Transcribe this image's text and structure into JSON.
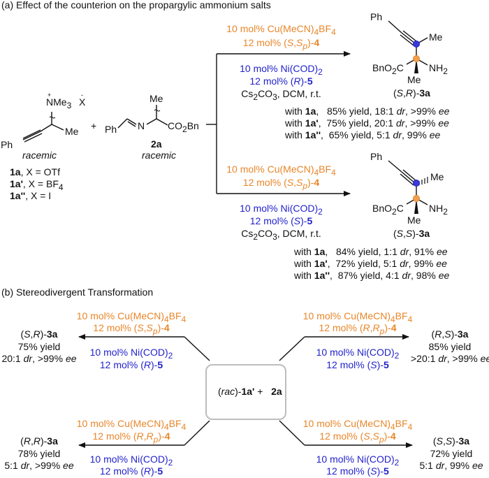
{
  "section_a": {
    "title": "(a) Effect of the counterion on the propargylic ammonium salts",
    "reactant1": {
      "nme3": "NMe",
      "nme3_sub": "3",
      "counterion": "X",
      "me": "Me",
      "ph": "Ph",
      "descriptor": "racemic",
      "variants": [
        {
          "id": "1a",
          "text": ", X = OTf"
        },
        {
          "id": "1a'",
          "text": ", X = BF",
          "sub": "4"
        },
        {
          "id": "1a''",
          "text": ", X = I"
        }
      ]
    },
    "plus": "+",
    "reactant2": {
      "me": "Me",
      "ph": "Ph",
      "n": "N",
      "co2bn_a": "CO",
      "co2bn_sub": "2",
      "co2bn_b": "Bn",
      "id": "2a",
      "descriptor": "racemic"
    },
    "top_conditions": {
      "cu_a": "10 mol% Cu(MeCN)",
      "cu_sub": "4",
      "cu_b": "BF",
      "cu_sub2": "4",
      "lig_a": "12 mol% (",
      "lig_s1": "S",
      "lig_comma": ",",
      "lig_s2": "S",
      "lig_p": "p",
      "lig_b": ")-",
      "lig_id": "4",
      "ni_a": "10 mol% Ni(COD)",
      "ni_sub": "2",
      "ni_lig_a": "12 mol% (",
      "ni_lig_cfg": "R",
      "ni_lig_b": ")-",
      "ni_lig_id": "5",
      "base": "Cs",
      "base_sub": "2",
      "base_rest": "CO",
      "base_sub2": "3",
      "base_tail": ", DCM, r.t."
    },
    "top_product": {
      "ph": "Ph",
      "me_top": "Me",
      "bno2c_a": "BnO",
      "bno2c_sub": "2",
      "bno2c_b": "C",
      "me": "Me",
      "nh2": "NH",
      "nh2_sub": "2",
      "label_cfg1": "S",
      "label_cfg2": "R",
      "label_id": "3a"
    },
    "top_results": [
      {
        "with": "with ",
        "id": "1a",
        "tail": ",",
        "yield": "85% yield, 18:1 ",
        "dr": "dr",
        "ee_val": ", >99% ",
        "ee": "ee"
      },
      {
        "with": "with ",
        "id": "1a'",
        "tail": ",",
        "yield": "75% yield, 20:1 ",
        "dr": "dr",
        "ee_val": ", >99% ",
        "ee": "ee"
      },
      {
        "with": "with ",
        "id": "1a''",
        "tail": ",",
        "yield": "65% yield, 5:1 ",
        "dr": "dr",
        "ee_val": ", 99% ",
        "ee": "ee"
      }
    ],
    "bottom_conditions": {
      "cu_a": "10 mol% Cu(MeCN)",
      "cu_sub": "4",
      "cu_b": "BF",
      "cu_sub2": "4",
      "lig_a": "12 mol% (",
      "lig_s1": "S",
      "lig_comma": ",",
      "lig_s2": "S",
      "lig_p": "p",
      "lig_b": ")-",
      "lig_id": "4",
      "ni_a": "10 mol% Ni(COD)",
      "ni_sub": "2",
      "ni_lig_a": "12 mol% (",
      "ni_lig_cfg": "S",
      "ni_lig_b": ")-",
      "ni_lig_id": "5",
      "base": "Cs",
      "base_sub": "2",
      "base_rest": "CO",
      "base_sub2": "3",
      "base_tail": ", DCM, r.t."
    },
    "bottom_product": {
      "ph": "Ph",
      "me_top": "Me",
      "bno2c_a": "BnO",
      "bno2c_sub": "2",
      "bno2c_b": "C",
      "me": "Me",
      "nh2": "NH",
      "nh2_sub": "2",
      "label_cfg1": "S",
      "label_cfg2": "S",
      "label_id": "3a"
    },
    "bottom_results": [
      {
        "with": "with ",
        "id": "1a",
        "tail": ",",
        "yield": "84% yield, 1:1 ",
        "dr": "dr",
        "ee_val": ", 91% ",
        "ee": "ee"
      },
      {
        "with": "with ",
        "id": "1a'",
        "tail": ",",
        "yield": "72% yield, 5:1 ",
        "dr": "dr",
        "ee_val": ", 99% ",
        "ee": "ee"
      },
      {
        "with": "with ",
        "id": "1a''",
        "tail": ",",
        "yield": "87% yield, 4:1 ",
        "dr": "dr",
        "ee_val": ", 98% ",
        "ee": "ee"
      }
    ]
  },
  "section_b": {
    "title": "(b) Stereodivergent Transformation",
    "center": {
      "rac": "rac",
      "id": "1a'",
      "plus": " +",
      "id2": "2a"
    },
    "branches": [
      {
        "cu_a": "10 mol% Cu(MeCN)",
        "cu_sub": "4",
        "cu_b": "BF",
        "cu_sub2": "4",
        "lig_a": "12 mol% (",
        "lig_c1": "S",
        "lig_comma": ",",
        "lig_c2": "S",
        "lig_p": "p",
        "lig_b": ")-",
        "lig_id": "4",
        "ni_a": "10 mol% Ni(COD)",
        "ni_sub": "2",
        "ni_lig_a": "12 mol% (",
        "ni_lig_cfg": "R",
        "ni_lig_b": ")-",
        "ni_lig_id": "5",
        "prod_cfg1": "S",
        "prod_cfg2": "R",
        "prod_id": "3a",
        "yield": "75% yield",
        "dr_val": "20:1 ",
        "dr": "dr",
        "ee_val": ", >99% ",
        "ee": "ee"
      },
      {
        "cu_a": "10 mol% Cu(MeCN)",
        "cu_sub": "4",
        "cu_b": "BF",
        "cu_sub2": "4",
        "lig_a": "12 mol% (",
        "lig_c1": "R",
        "lig_comma": ",",
        "lig_c2": "R",
        "lig_p": "p",
        "lig_b": ")-",
        "lig_id": "4",
        "ni_a": "10 mol% Ni(COD)",
        "ni_sub": "2",
        "ni_lig_a": "12 mol% (",
        "ni_lig_cfg": "S",
        "ni_lig_b": ")-",
        "ni_lig_id": "5",
        "prod_cfg1": "R",
        "prod_cfg2": "S",
        "prod_id": "3a",
        "yield": "85% yield",
        "dr_val": ">20:1 ",
        "dr": "dr",
        "ee_val": ", >99% ",
        "ee": "ee"
      },
      {
        "cu_a": "10 mol% Cu(MeCN)",
        "cu_sub": "4",
        "cu_b": "BF",
        "cu_sub2": "4",
        "lig_a": "12 mol% (",
        "lig_c1": "R",
        "lig_comma": ",",
        "lig_c2": "R",
        "lig_p": "p",
        "lig_b": ")-",
        "lig_id": "4",
        "ni_a": "10 mol% Ni(COD)",
        "ni_sub": "2",
        "ni_lig_a": "12 mol% (",
        "ni_lig_cfg": "R",
        "ni_lig_b": ")-",
        "ni_lig_id": "5",
        "prod_cfg1": "R",
        "prod_cfg2": "R",
        "prod_id": "3a",
        "yield": "78% yield",
        "dr_val": "5:1 ",
        "dr": "dr",
        "ee_val": ", >99% ",
        "ee": "ee"
      },
      {
        "cu_a": "10 mol% Cu(MeCN)",
        "cu_sub": "4",
        "cu_b": "BF",
        "cu_sub2": "4",
        "lig_a": "12 mol% (",
        "lig_c1": "S",
        "lig_comma": ",",
        "lig_c2": "S",
        "lig_p": "p",
        "lig_b": ")-",
        "lig_id": "4",
        "ni_a": "10 mol% Ni(COD)",
        "ni_sub": "2",
        "ni_lig_a": "12 mol% (",
        "ni_lig_cfg": "S",
        "ni_lig_b": ")-",
        "ni_lig_id": "5",
        "prod_cfg1": "S",
        "prod_cfg2": "S",
        "prod_id": "3a",
        "yield": "72% yield",
        "dr_val": "5:1 ",
        "dr": "dr",
        "ee_val": ", 99% ",
        "ee": "ee"
      }
    ]
  },
  "colors": {
    "copper_conditions": "#e8862a",
    "nickel_conditions": "#2222cc",
    "copper_center": "#e8862a",
    "nickel_center": "#2222cc",
    "box_border": "#bdbdbd"
  }
}
